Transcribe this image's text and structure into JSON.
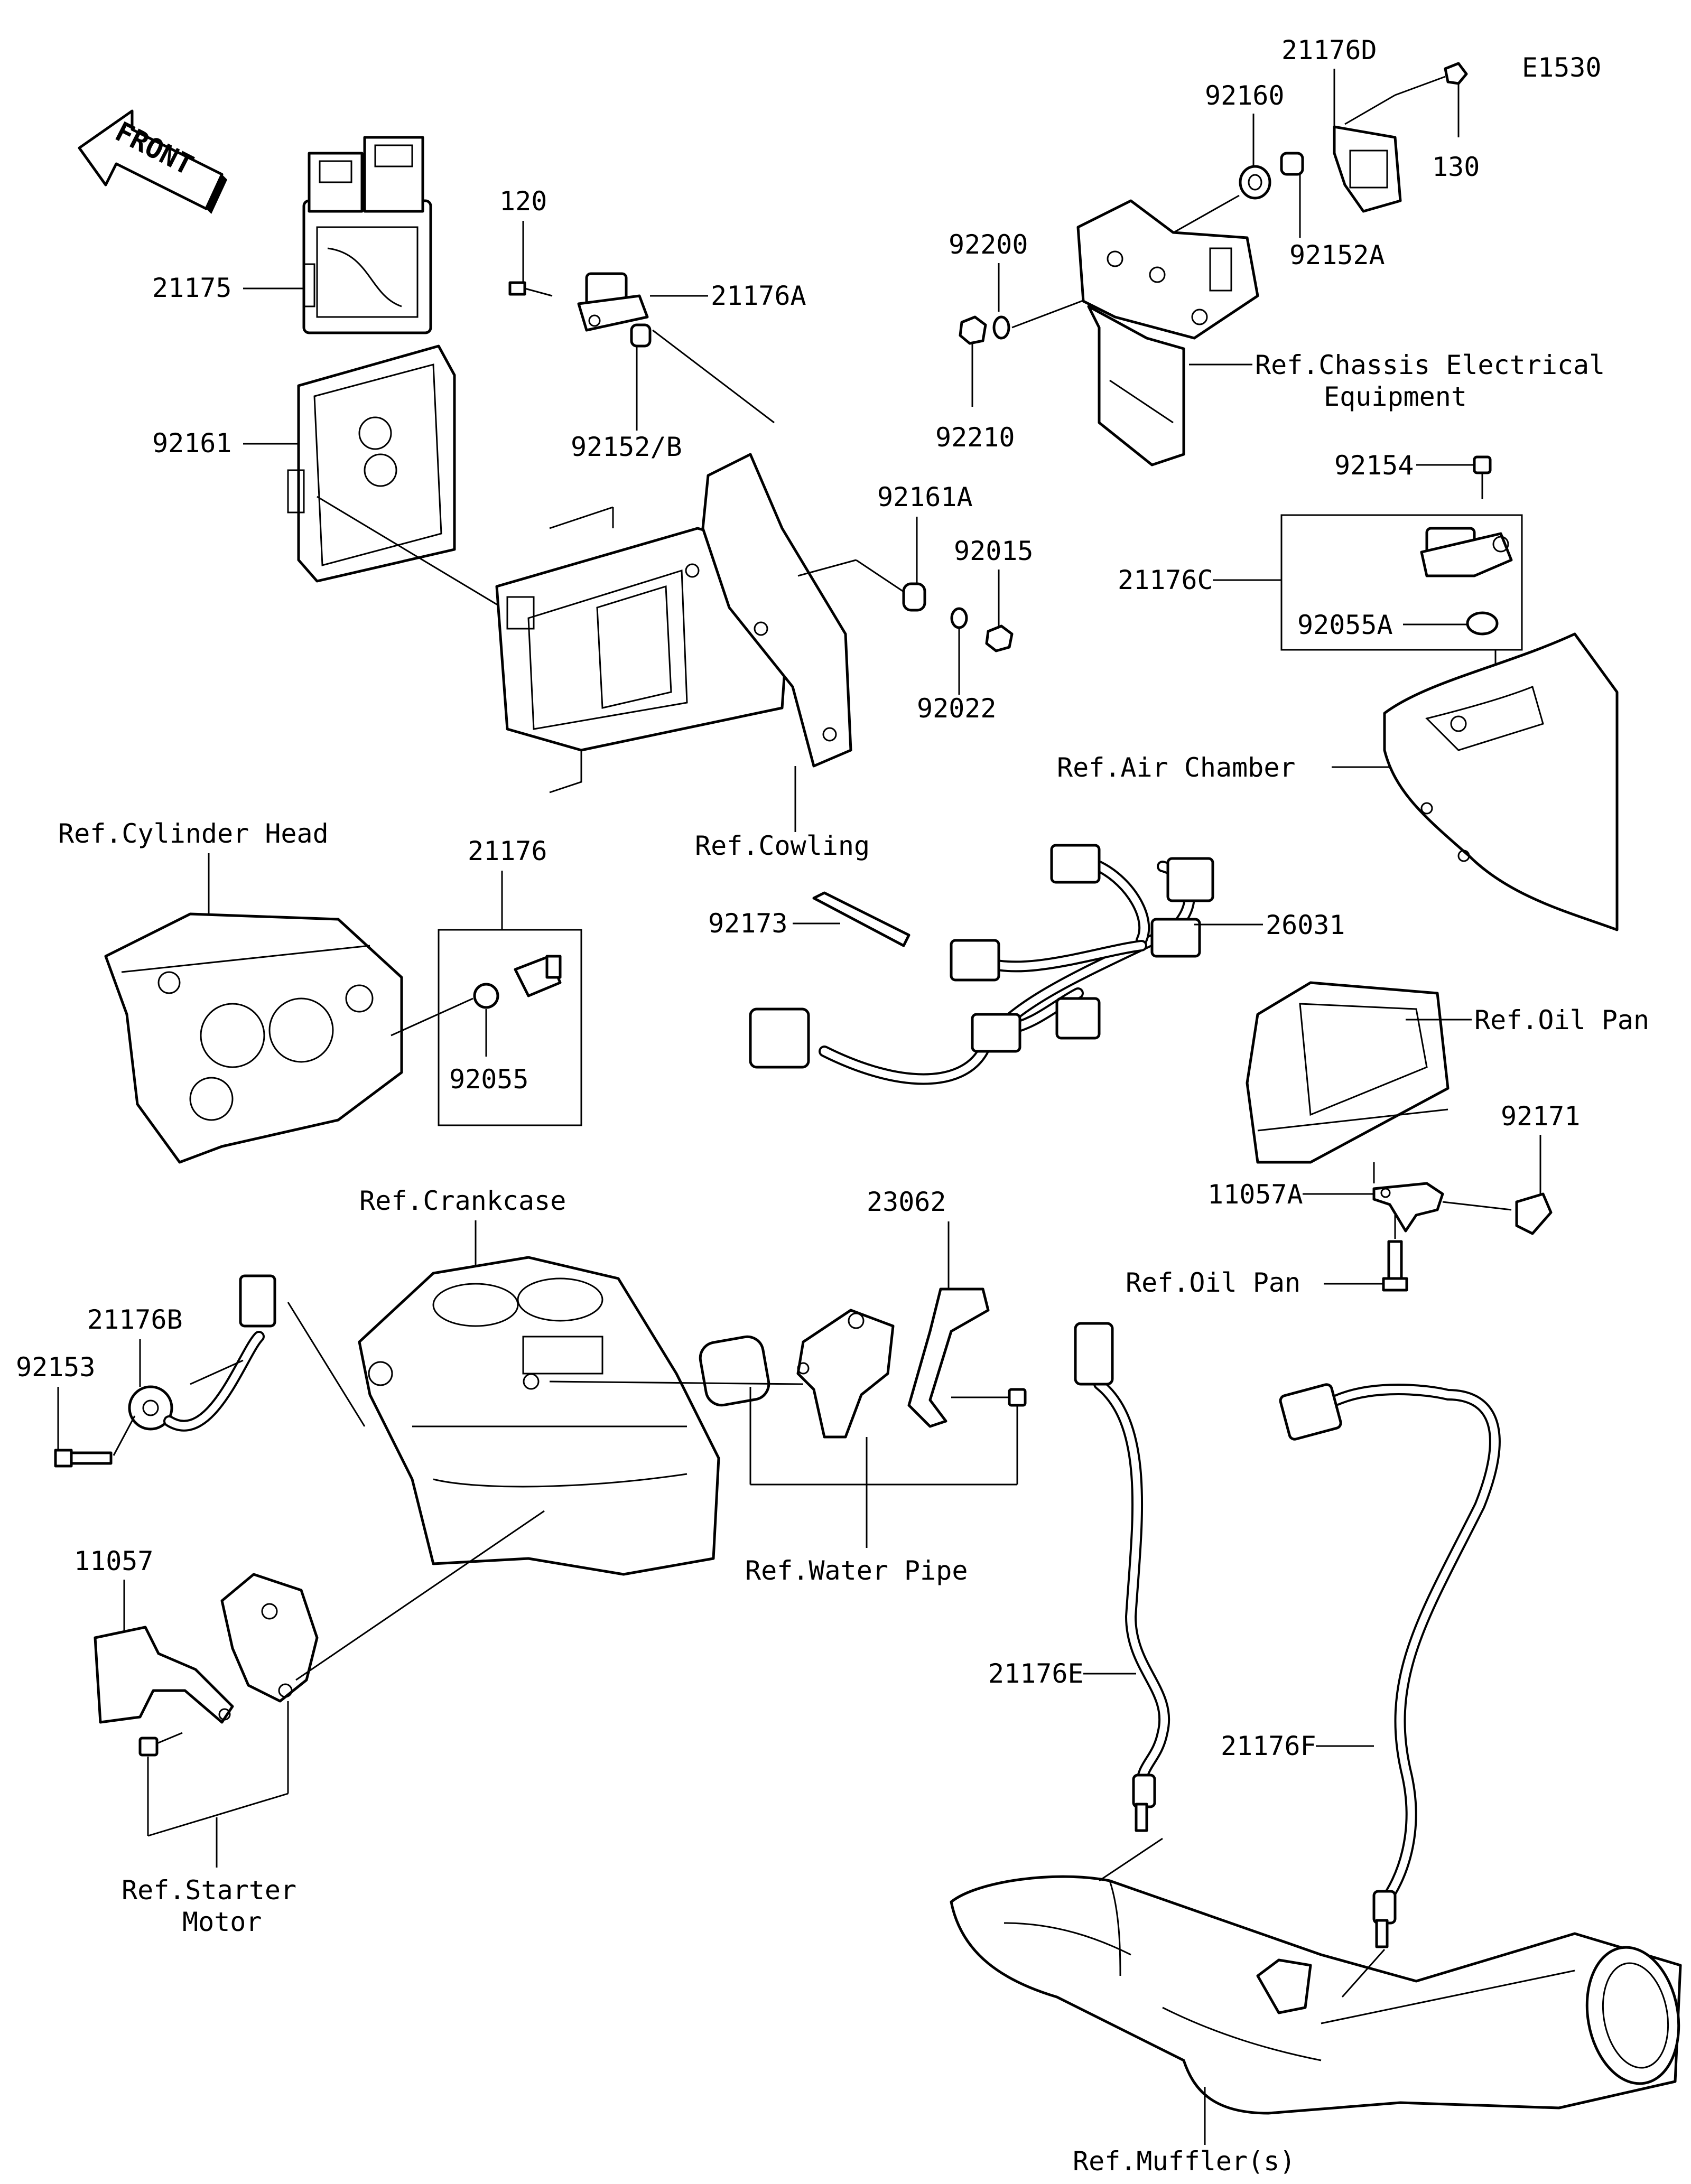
{
  "diagram_code": "E1530",
  "front_label": "FRONT",
  "labels": {
    "p21175": "21175",
    "p92161": "92161",
    "p120": "120",
    "p21176A": "21176A",
    "p92152B": "92152/B",
    "p92161A": "92161A",
    "p92015": "92015",
    "p92022": "92022",
    "ref_cowling": "Ref.Cowling",
    "p21176D": "21176D",
    "p92160": "92160",
    "p130": "130",
    "p92200": "92200",
    "p92152A": "92152A",
    "p92210": "92210",
    "ref_chassis_line1": "Ref.Chassis Electrical",
    "ref_chassis_line2": "Equipment",
    "p92154": "92154",
    "p21176C": "21176C",
    "p92055A": "92055A",
    "ref_air_chamber": "Ref.Air Chamber",
    "ref_cylinder_head": "Ref.Cylinder Head",
    "p21176": "21176",
    "p92055": "92055",
    "p92173": "92173",
    "p26031": "26031",
    "ref_oil_pan_top": "Ref.Oil Pan",
    "p92171": "92171",
    "p11057A": "11057A",
    "ref_oil_pan_bottom": "Ref.Oil Pan",
    "ref_crankcase": "Ref.Crankcase",
    "p23062": "23062",
    "p21176B": "21176B",
    "p92153": "92153",
    "ref_water_pipe": "Ref.Water Pipe",
    "p11057": "11057",
    "ref_starter_line1": "Ref.Starter",
    "ref_starter_line2": "Motor",
    "p21176E": "21176E",
    "p21176F": "21176F",
    "ref_muffler": "Ref.Muffler(s)"
  }
}
